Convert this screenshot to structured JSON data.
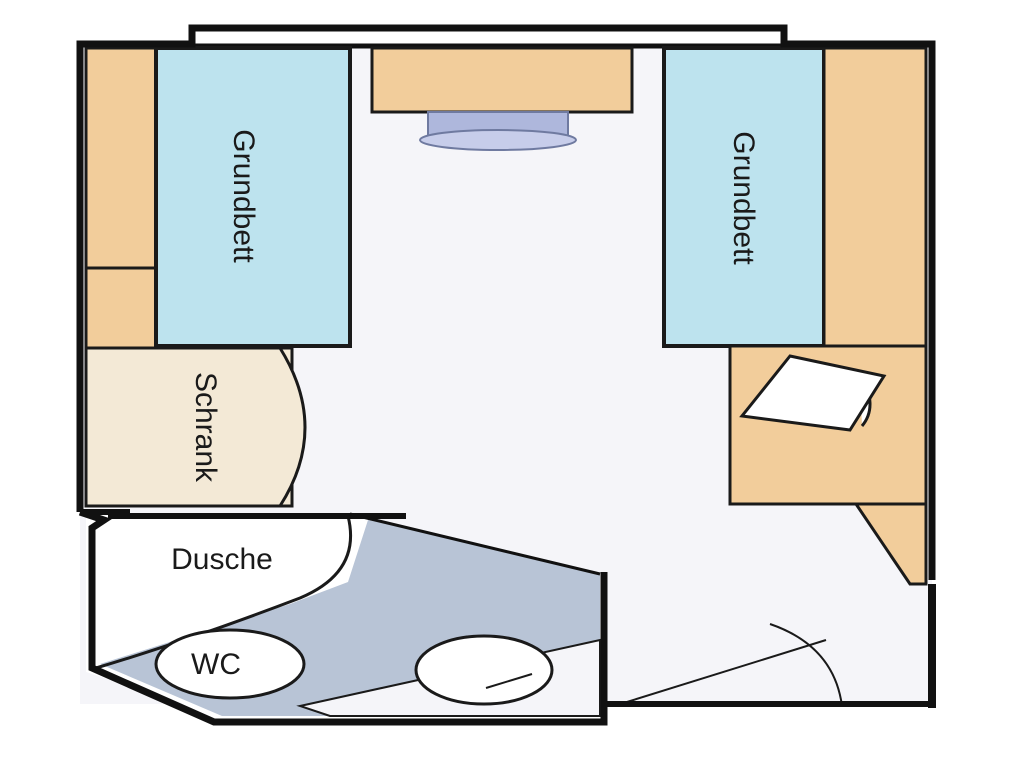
{
  "plan": {
    "labels": {
      "bed_left": "Grundbett",
      "bed_right": "Grundbett",
      "wardrobe": "Schrank",
      "shower": "Dusche",
      "toilet": "WC"
    },
    "colors": {
      "wall": "#111111",
      "furniture": "#f2cd9b",
      "bed": "#bde3ee",
      "wardrobe": "#f3e9d6",
      "floor": "#f5f5f9",
      "bathroom_floor": "#b8c4d6",
      "tv": "#aeb7dc"
    }
  }
}
